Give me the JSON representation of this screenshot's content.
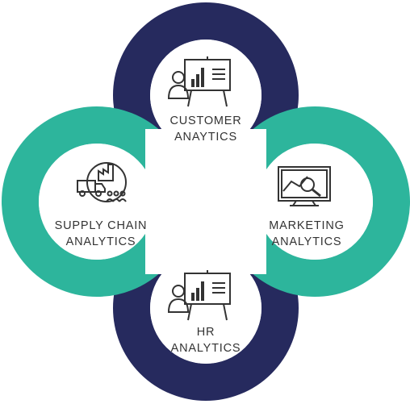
{
  "colors": {
    "navy": "#262a5e",
    "teal": "#2db59c",
    "icon_stroke": "#333333",
    "text": "#333333"
  },
  "nodes": [
    {
      "key": "customer",
      "line1": "CUSTOMER",
      "line2": "ANAYTICS",
      "icon": "presentation-chart-person-icon",
      "ring_color": "navy"
    },
    {
      "key": "marketing",
      "line1": "MARKETING",
      "line2": "ANALYTICS",
      "icon": "monitor-magnifier-icon",
      "ring_color": "teal"
    },
    {
      "key": "hr",
      "line1": "HR",
      "line2": "ANALYTICS",
      "icon": "presentation-chart-person-icon",
      "ring_color": "navy"
    },
    {
      "key": "supply",
      "line1": "SUPPLY CHAIN",
      "line2": "ANALYTICS",
      "icon": "truck-factory-people-icon",
      "ring_color": "teal"
    }
  ]
}
